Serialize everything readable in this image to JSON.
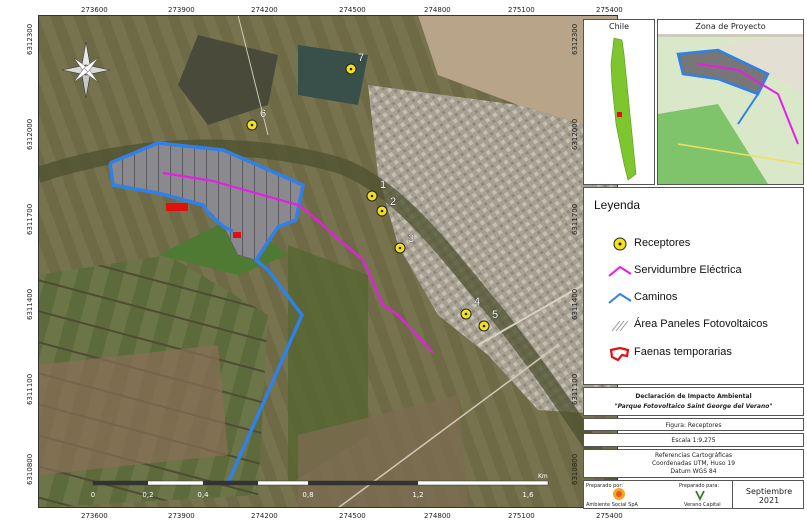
{
  "map": {
    "easting_labels": [
      "273600",
      "273900",
      "274200",
      "274500",
      "274800",
      "275100",
      "275400"
    ],
    "northing_labels": [
      "6312300",
      "6312000",
      "6311700",
      "6311400",
      "6311100",
      "6310800"
    ],
    "receptors": [
      "1",
      "2",
      "3",
      "4",
      "5",
      "6",
      "7"
    ],
    "scale_bar": {
      "labels": [
        "0",
        "0,2",
        "0,4",
        "0,8",
        "1,2",
        "1,6"
      ],
      "unit": "Km"
    },
    "colors": {
      "receptor_fill": "#f3e21b",
      "servidumbre": "#e81ce8",
      "caminos": "#2f80e8",
      "faenas": "#e01010",
      "paneles": "#8a8a8e"
    }
  },
  "insets": {
    "chile_title": "Chile",
    "project_title": "Zona de Proyecto"
  },
  "legend": {
    "title": "Leyenda",
    "items": [
      {
        "label": "Receptores",
        "icon": "receptor-icon"
      },
      {
        "label": "Servidumbre Eléctrica",
        "icon": "servidumbre-line-icon"
      },
      {
        "label": "Caminos",
        "icon": "caminos-line-icon"
      },
      {
        "label": "Área Paneles Fotovoltaicos",
        "icon": "paneles-hatch-icon"
      },
      {
        "label": "Faenas temporarias",
        "icon": "faenas-polygon-icon"
      }
    ]
  },
  "title_block": {
    "heading": "Declaración de Impacto Ambiental",
    "project": "\"Parque Fotovoltaico Saint George del Verano\"",
    "figure": "Figura: Receptores",
    "scale": "Escala 1:9,275",
    "ref_title": "Referencias Cartográficas",
    "ref_coords": "Coordenadas UTM, Huso 19",
    "ref_datum": "Datum WGS 84",
    "prepared_by_label": "Preparado por:",
    "prepared_by": "Ambiente Social SpA",
    "prepared_for_label": "Preparado para:",
    "prepared_for": "Verano Capital",
    "date": "Septiembre 2021"
  }
}
